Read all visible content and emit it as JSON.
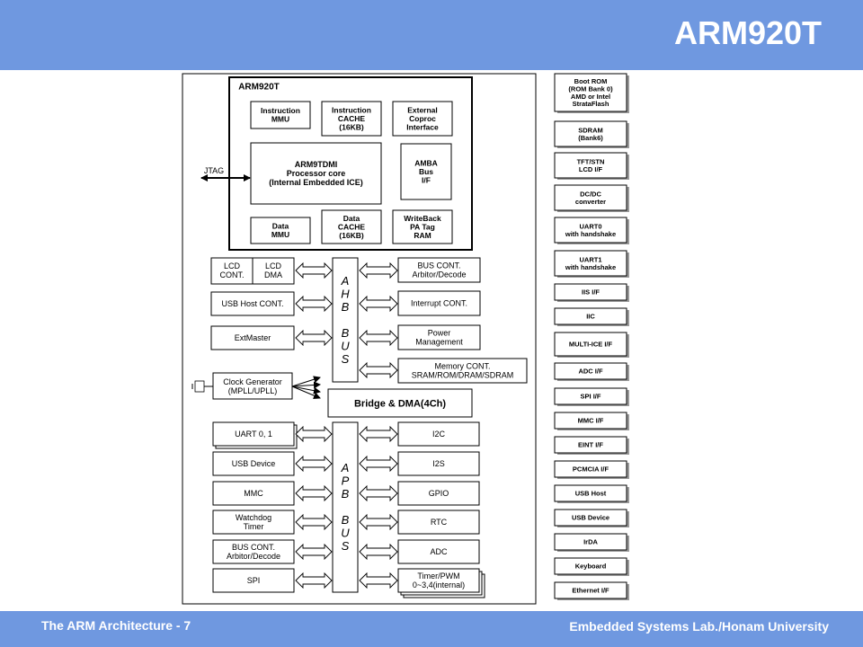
{
  "slide": {
    "title": "ARM920T",
    "footer_left": "The ARM Architecture - 7",
    "footer_right": "Embedded Systems Lab./Honam University"
  },
  "core": {
    "title": "ARM920T",
    "jtag": "JTAG",
    "instr_mmu": [
      "Instruction",
      "MMU"
    ],
    "instr_cache": [
      "Instruction",
      "CACHE",
      "(16KB)"
    ],
    "ext_coproc": [
      "External",
      "Coproc",
      "Interface"
    ],
    "arm9tdmi": [
      "ARM9TDMI",
      "Processor core",
      "(Internal Embedded ICE)"
    ],
    "amba": [
      "AMBA",
      "Bus",
      "I/F"
    ],
    "data_mmu": [
      "Data",
      "MMU"
    ],
    "data_cache": [
      "Data",
      "CACHE",
      "(16KB)"
    ],
    "writeback": [
      "WriteBack",
      "PA Tag",
      "RAM"
    ]
  },
  "ahb": {
    "bus_label": [
      "A",
      "H",
      "B",
      "",
      "B",
      "U",
      "S"
    ],
    "lcd_cont": [
      "LCD",
      "CONT."
    ],
    "lcd_dma": [
      "LCD",
      "DMA"
    ],
    "usb_host": "USB Host CONT.",
    "extmaster": "ExtMaster",
    "clock_gen": [
      "Clock Generator",
      "(MPLL/UPLL)"
    ],
    "bus_cont": [
      "BUS CONT.",
      "Arbitor/Decode"
    ],
    "interrupt": "Interrupt CONT.",
    "power": [
      "Power",
      "Management"
    ],
    "memory": [
      "Memory CONT.",
      "SRAM/ROM/DRAM/SDRAM"
    ]
  },
  "bridge": "Bridge & DMA(4Ch)",
  "apb": {
    "bus_label": [
      "A",
      "P",
      "B",
      "",
      "B",
      "U",
      "S"
    ],
    "left": [
      [
        "UART 0, 1"
      ],
      [
        "USB Device"
      ],
      [
        "MMC"
      ],
      [
        "Watchdog",
        "Timer"
      ],
      [
        "BUS CONT.",
        "Arbitor/Decode"
      ],
      [
        "SPI"
      ]
    ],
    "right": [
      [
        "I2C"
      ],
      [
        "I2S"
      ],
      [
        "GPIO"
      ],
      [
        "RTC"
      ],
      [
        "ADC"
      ],
      [
        "Timer/PWM",
        "0~3,4(internal)"
      ]
    ]
  },
  "pins": [
    [
      "Boot ROM",
      "(ROM Bank 0)",
      "AMD or Intel",
      "StrataFlash"
    ],
    [
      "SDRAM",
      "(Bank6)"
    ],
    [
      "TFT/STN",
      "LCD I/F"
    ],
    [
      "DC/DC",
      "converter"
    ],
    [
      "UART0",
      "with handshake"
    ],
    [
      "UART1",
      "with handshake"
    ],
    [
      "IIS I/F"
    ],
    [
      "IIC"
    ],
    [
      "MULTI-ICE I/F"
    ],
    [
      "ADC I/F"
    ],
    [
      "SPI I/F"
    ],
    [
      "MMC I/F"
    ],
    [
      "EINT I/F"
    ],
    [
      "PCMCIA I/F"
    ],
    [
      "USB Host"
    ],
    [
      "USB Device"
    ],
    [
      "IrDA"
    ],
    [
      "Keyboard"
    ],
    [
      "Ethernet I/F"
    ]
  ]
}
